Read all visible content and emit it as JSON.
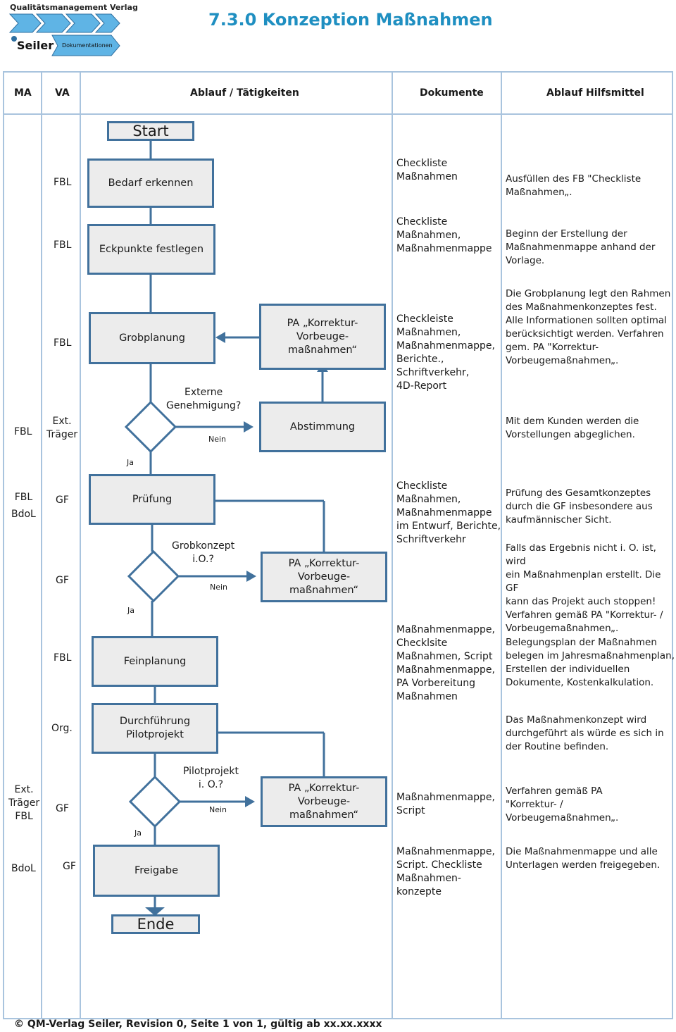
{
  "header": {
    "publisher": "Qualitätsmanagement Verlag",
    "brand": "Seiler",
    "brand_tag": "Dokumentationen",
    "title": "7.3.0 Konzeption Maßnahmen"
  },
  "columns": [
    "MA",
    "VA",
    "Ablauf / Tätigkeiten",
    "Dokumente",
    "Ablauf Hilfsmittel"
  ],
  "rows": [
    {
      "ma": "",
      "va": "FBL",
      "step": "Bedarf erkennen",
      "docs": "Checkliste\nMaßnahmen",
      "help": "Ausfüllen des FB \"Checkliste\nMaßnahmen„."
    },
    {
      "ma": "",
      "va": "FBL",
      "step": "Eckpunkte festlegen",
      "docs": "Checkliste\nMaßnahmen,\nMaßnahmenmappe",
      "help": "Beginn der Erstellung der\nMaßnahmenmappe anhand der\nVorlage."
    },
    {
      "ma": "",
      "va": "FBL",
      "step": "Grobplanung",
      "docs": "Checkleiste\nMaßnahmen,\nMaßnahmenmappe,\nBerichte.,\nSchriftverkehr,\n4D-Report",
      "help": "Die Grobplanung legt den Rahmen\ndes Maßnahmenkonzeptes fest.\nAlle Informationen sollten optimal\nberücksichtigt werden. Verfahren\ngem. PA \"Korrektur-\nVorbeugemaßnahmen„."
    },
    {
      "ma": "FBL",
      "va": "Ext.\nTräger",
      "step": "Abstimmung",
      "docs": "",
      "help": "Mit dem Kunden werden die\nVorstellungen abgeglichen."
    },
    {
      "ma": "FBL\nBdoL",
      "va": "GF",
      "step": "Prüfung",
      "docs": "Checkliste\nMaßnahmen,\nMaßnahmenmappe\nim Entwurf, Berichte,\nSchriftverkehr",
      "help": "Prüfung des Gesamtkonzeptes\ndurch die GF insbesondere aus\nkaufmännischer Sicht."
    },
    {
      "ma": "",
      "va": "GF",
      "step": "",
      "docs": "",
      "help": "Falls das Ergebnis nicht i. O. ist, wird\nein Maßnahmenplan erstellt. Die GF\nkann das Projekt auch stoppen!\nVerfahren gemäß PA \"Korrektur- /\nVorbeugemaßnahmen„."
    },
    {
      "ma": "",
      "va": "FBL",
      "step": "Feinplanung",
      "docs": "Maßnahmenmappe,\nChecklsite\nMaßnahmen, Script\nMaßnahmenmappe,\nPA Vorbereitung\nMaßnahmen",
      "help": "Belegungsplan der Maßnahmen\nbelegen im Jahresmaßnahmenplan,\nErstellen der individuellen\nDokumente, Kostenkalkulation."
    },
    {
      "ma": "",
      "va": "Org.",
      "step": "Durchführung\nPilotprojekt",
      "docs": "",
      "help": "Das Maßnahmenkonzept wird\ndurchgeführt als würde es sich in\nder Routine befinden."
    },
    {
      "ma": "Ext.\nTräger\nFBL",
      "va": "GF",
      "step": "",
      "docs": "Maßnahmenmappe,\nScript",
      "help": "Verfahren gemäß PA\n\"Korrektur- /\nVorbeugemaßnahmen„."
    },
    {
      "ma": "BdoL",
      "va": "GF",
      "step": "Freigabe",
      "docs": "Maßnahmenmappe,\nScript. Checkliste\nMaßnahmen-\nkonzepte",
      "help": "Die Maßnahmenmappe und alle\nUnterlagen werden freigegeben."
    }
  ],
  "flow": {
    "start": "Start",
    "end": "Ende",
    "pa": "PA „Korrektur-\nVorbeuge-\nmaßnahmen“",
    "decision1": "Externe\nGenehmigung?",
    "decision2": "Grobkonzept\ni.O.?",
    "decision3": "Pilotprojekt\ni. O.?",
    "yes": "Ja",
    "no": "Nein"
  },
  "footer": "© QM-Verlag Seiler, Revision 0, Seite 1 von 1, gültig ab xx.xx.xxxx",
  "colors": {
    "accent": "#1f8fc1",
    "stroke": "#41719c",
    "box_fill": "#ececec",
    "grid": "#a9c4de"
  }
}
